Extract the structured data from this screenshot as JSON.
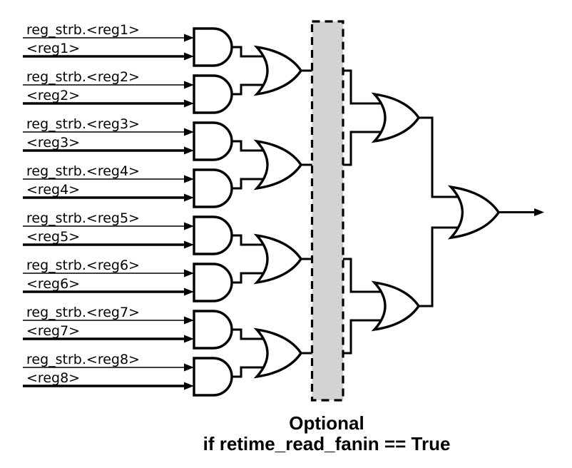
{
  "diagram": {
    "inputs": [
      {
        "strobe_label": "reg_strb.<reg1>",
        "reg_label": "<reg1>"
      },
      {
        "strobe_label": "reg_strb.<reg2>",
        "reg_label": "<reg2>"
      },
      {
        "strobe_label": "reg_strb.<reg3>",
        "reg_label": "<reg3>"
      },
      {
        "strobe_label": "reg_strb.<reg4>",
        "reg_label": "<reg4>"
      },
      {
        "strobe_label": "reg_strb.<reg5>",
        "reg_label": "<reg5>"
      },
      {
        "strobe_label": "reg_strb.<reg6>",
        "reg_label": "<reg6>"
      },
      {
        "strobe_label": "reg_strb.<reg7>",
        "reg_label": "<reg7>"
      },
      {
        "strobe_label": "reg_strb.<reg8>",
        "reg_label": "<reg8>"
      }
    ],
    "caption": {
      "line1": "Optional",
      "line2": "if retime_read_fanin == True"
    },
    "colors": {
      "line": "#000000",
      "optional_box_fill": "#d3d3d3",
      "background": "#ffffff"
    }
  }
}
